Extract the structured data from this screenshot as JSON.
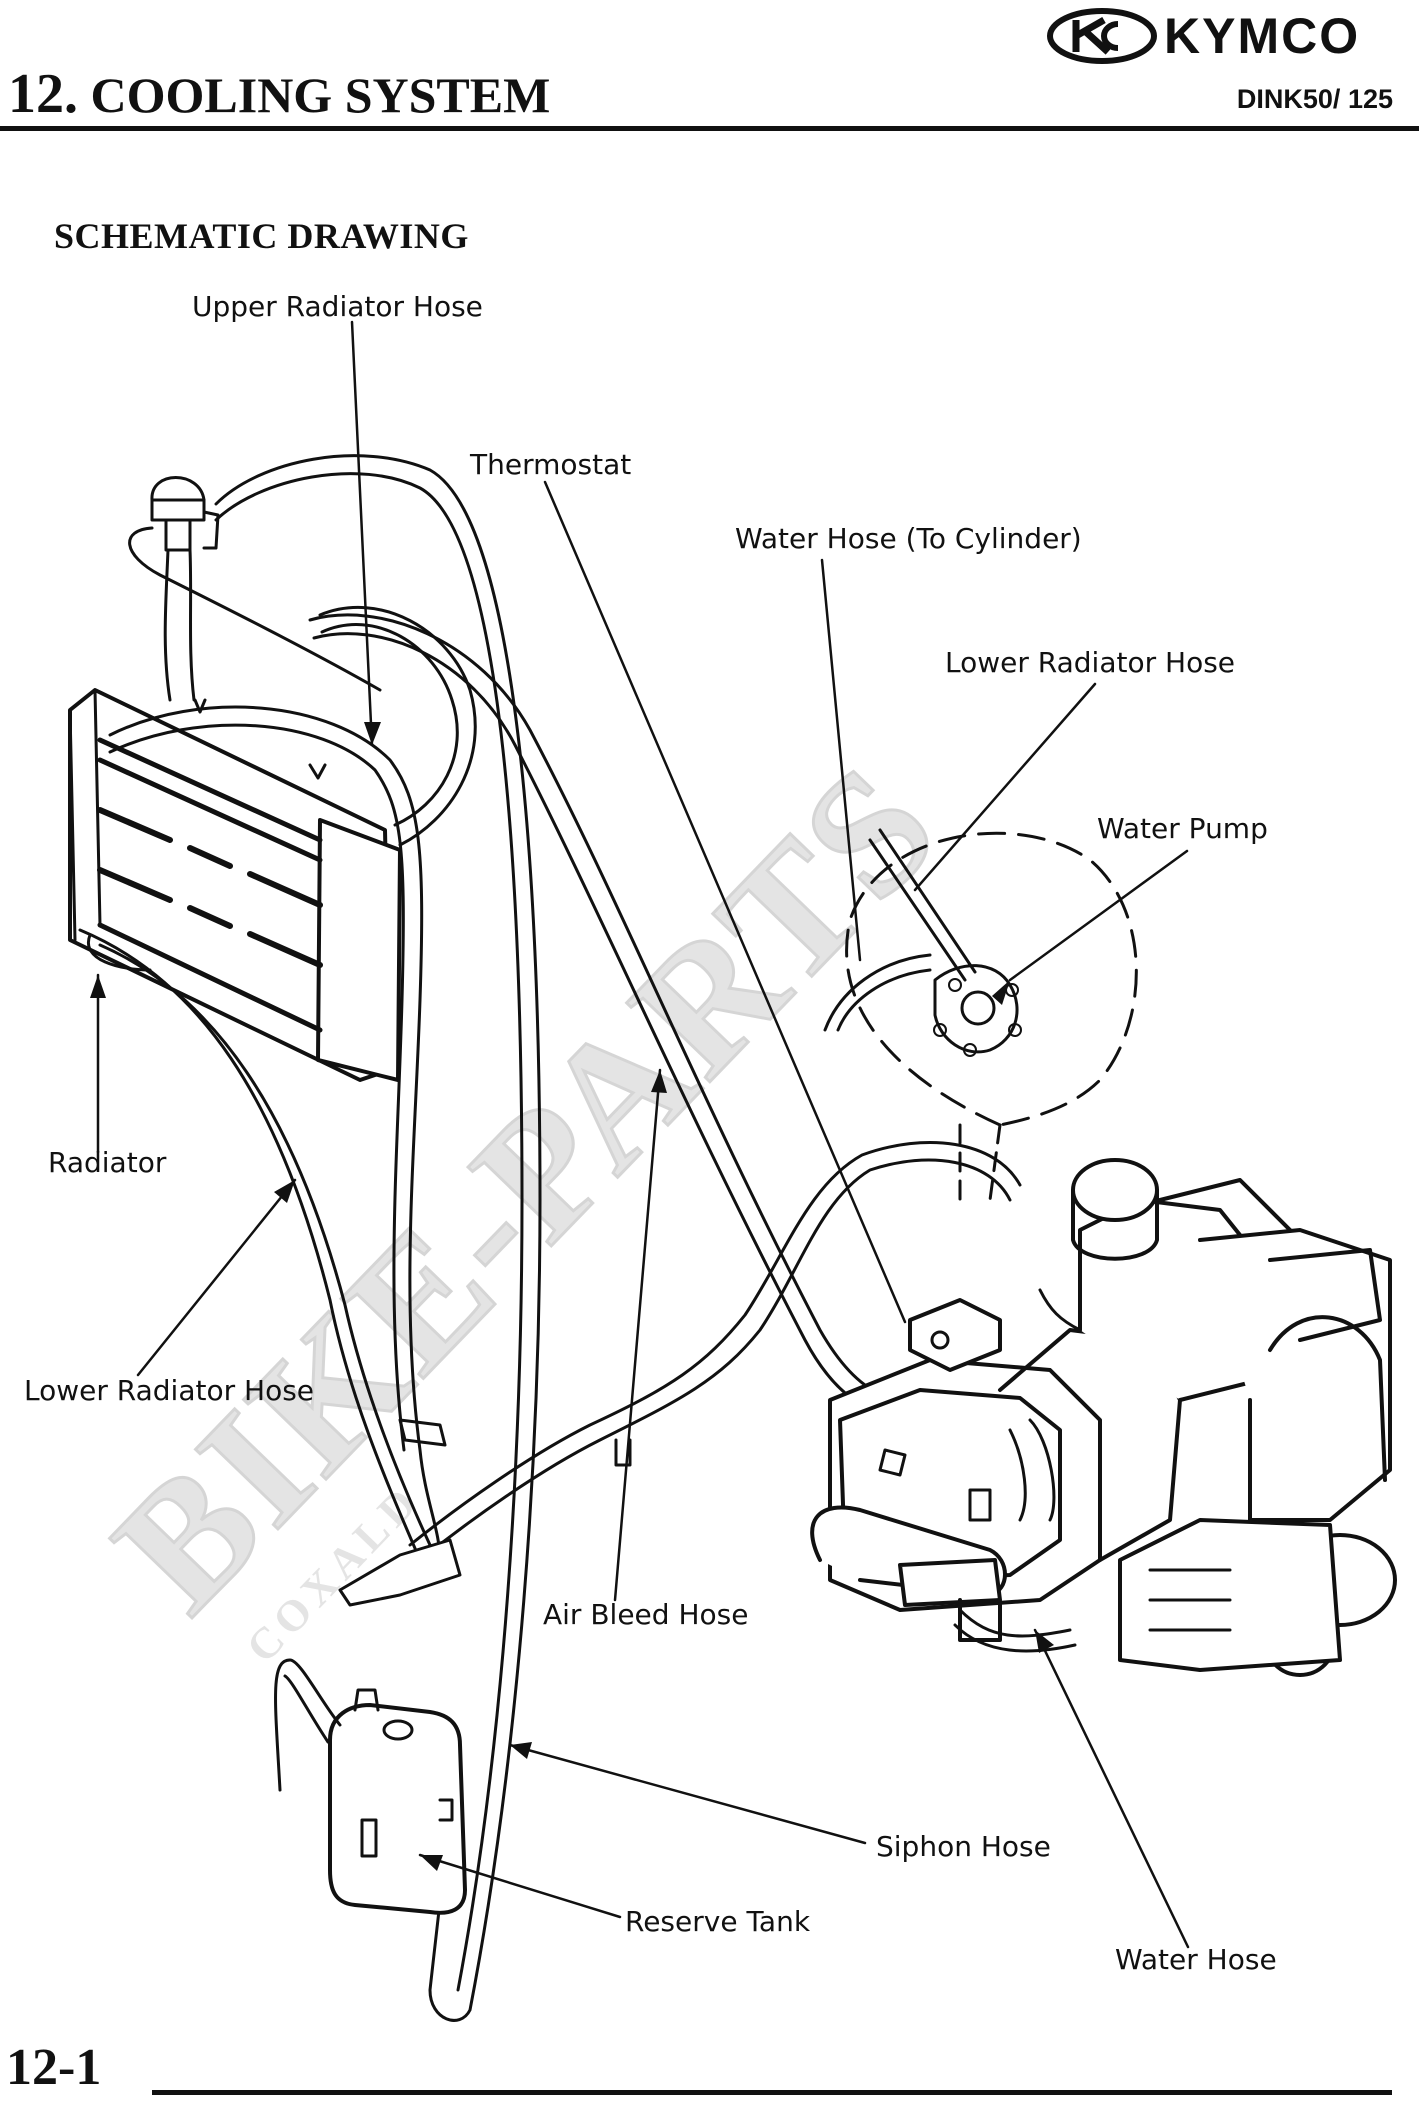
{
  "header": {
    "brand": "KYMCO",
    "chapter_number": "12.",
    "chapter_title": "COOLING SYSTEM",
    "model": "DINK50/ 125"
  },
  "section": {
    "title": "SCHEMATIC DRAWING"
  },
  "labels": {
    "upper_radiator_hose": "Upper Radiator Hose",
    "thermostat": "Thermostat",
    "water_hose_to_cylinder": "Water Hose (To Cylinder)",
    "lower_radiator_hose_right": "Lower Radiator Hose",
    "water_pump": "Water Pump",
    "radiator": "Radiator",
    "lower_radiator_hose_left": "Lower Radiator Hose",
    "air_bleed_hose": "Air Bleed Hose",
    "siphon_hose": "Siphon Hose",
    "reserve_tank": "Reserve Tank",
    "water_hose": "Water Hose"
  },
  "watermark": {
    "text": "BIKE-PARTS",
    "sub": "COXALD"
  },
  "footer": {
    "page_number": "12-1"
  }
}
